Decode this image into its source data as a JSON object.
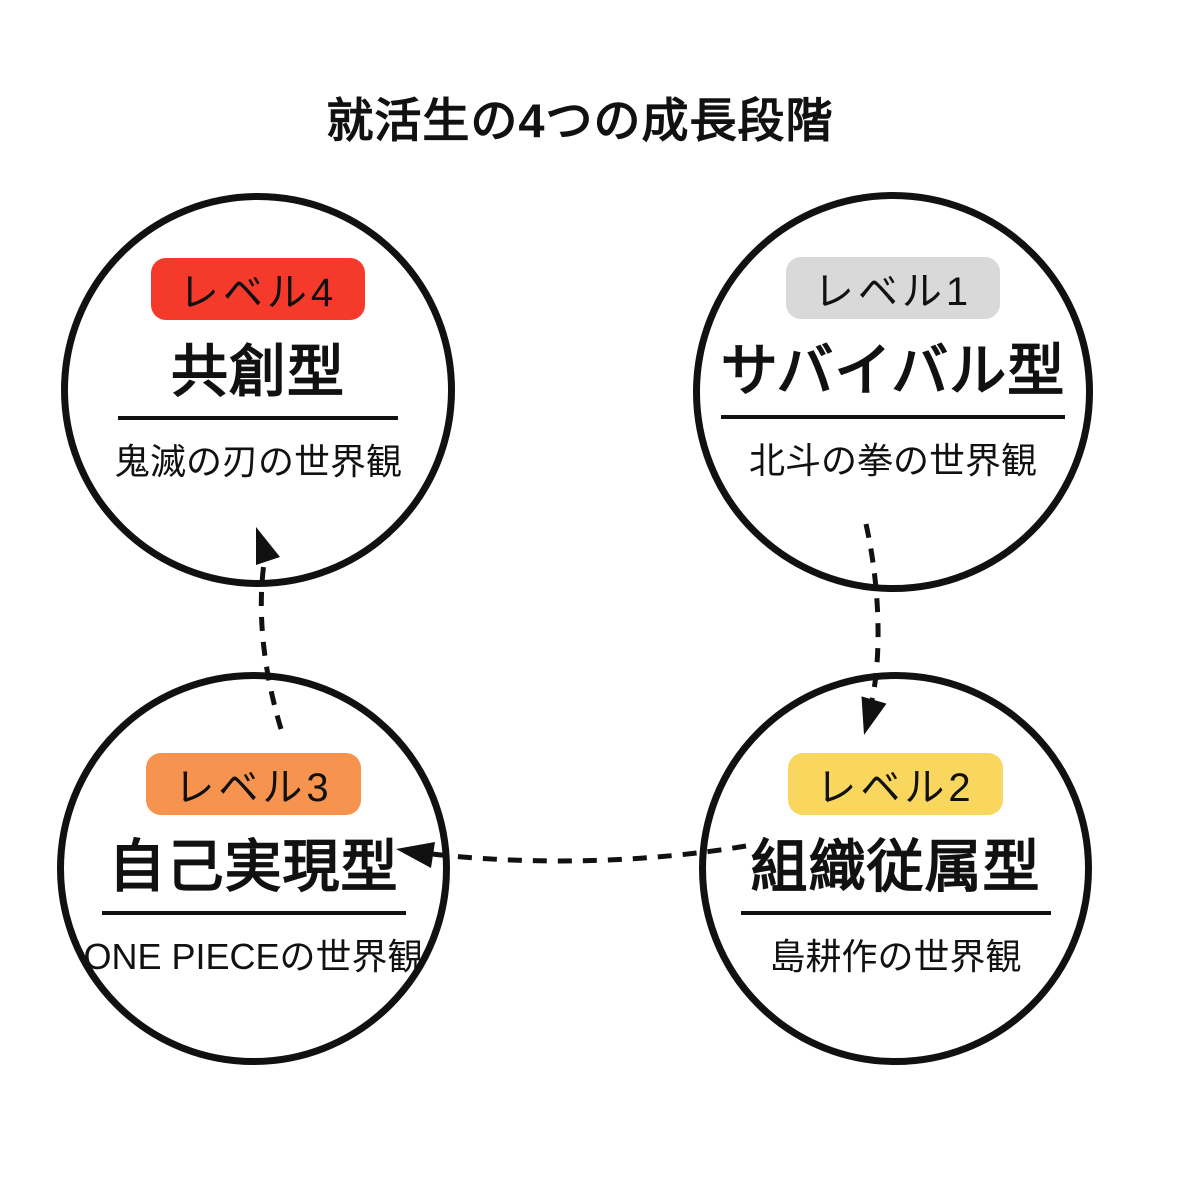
{
  "title": "就活生の4つの成長段階",
  "colors": {
    "ink": "#111111",
    "background": "#ffffff",
    "level1_badge": "#d9d9d9",
    "level2_badge": "#f9d75f",
    "level3_badge": "#f6934e",
    "level4_badge": "#f53a2b"
  },
  "nodes": [
    {
      "id": "level1",
      "badge": "レベル1",
      "badge_color": "#d9d9d9",
      "name": "サバイバル型",
      "subtitle": "北斗の拳の世界観"
    },
    {
      "id": "level2",
      "badge": "レベル2",
      "badge_color": "#f9d75f",
      "name": "組織従属型",
      "subtitle": "島耕作の世界観"
    },
    {
      "id": "level3",
      "badge": "レベル3",
      "badge_color": "#f6934e",
      "name": "自己実現型",
      "subtitle": "ONE PIECEの世界観"
    },
    {
      "id": "level4",
      "badge": "レベル4",
      "badge_color": "#f53a2b",
      "name": "共創型",
      "subtitle": "鬼滅の刃の世界観"
    }
  ],
  "arrows": [
    {
      "from": "level1",
      "to": "level2",
      "style": "dashed"
    },
    {
      "from": "level2",
      "to": "level3",
      "style": "dashed"
    },
    {
      "from": "level3",
      "to": "level4",
      "style": "dashed"
    }
  ]
}
